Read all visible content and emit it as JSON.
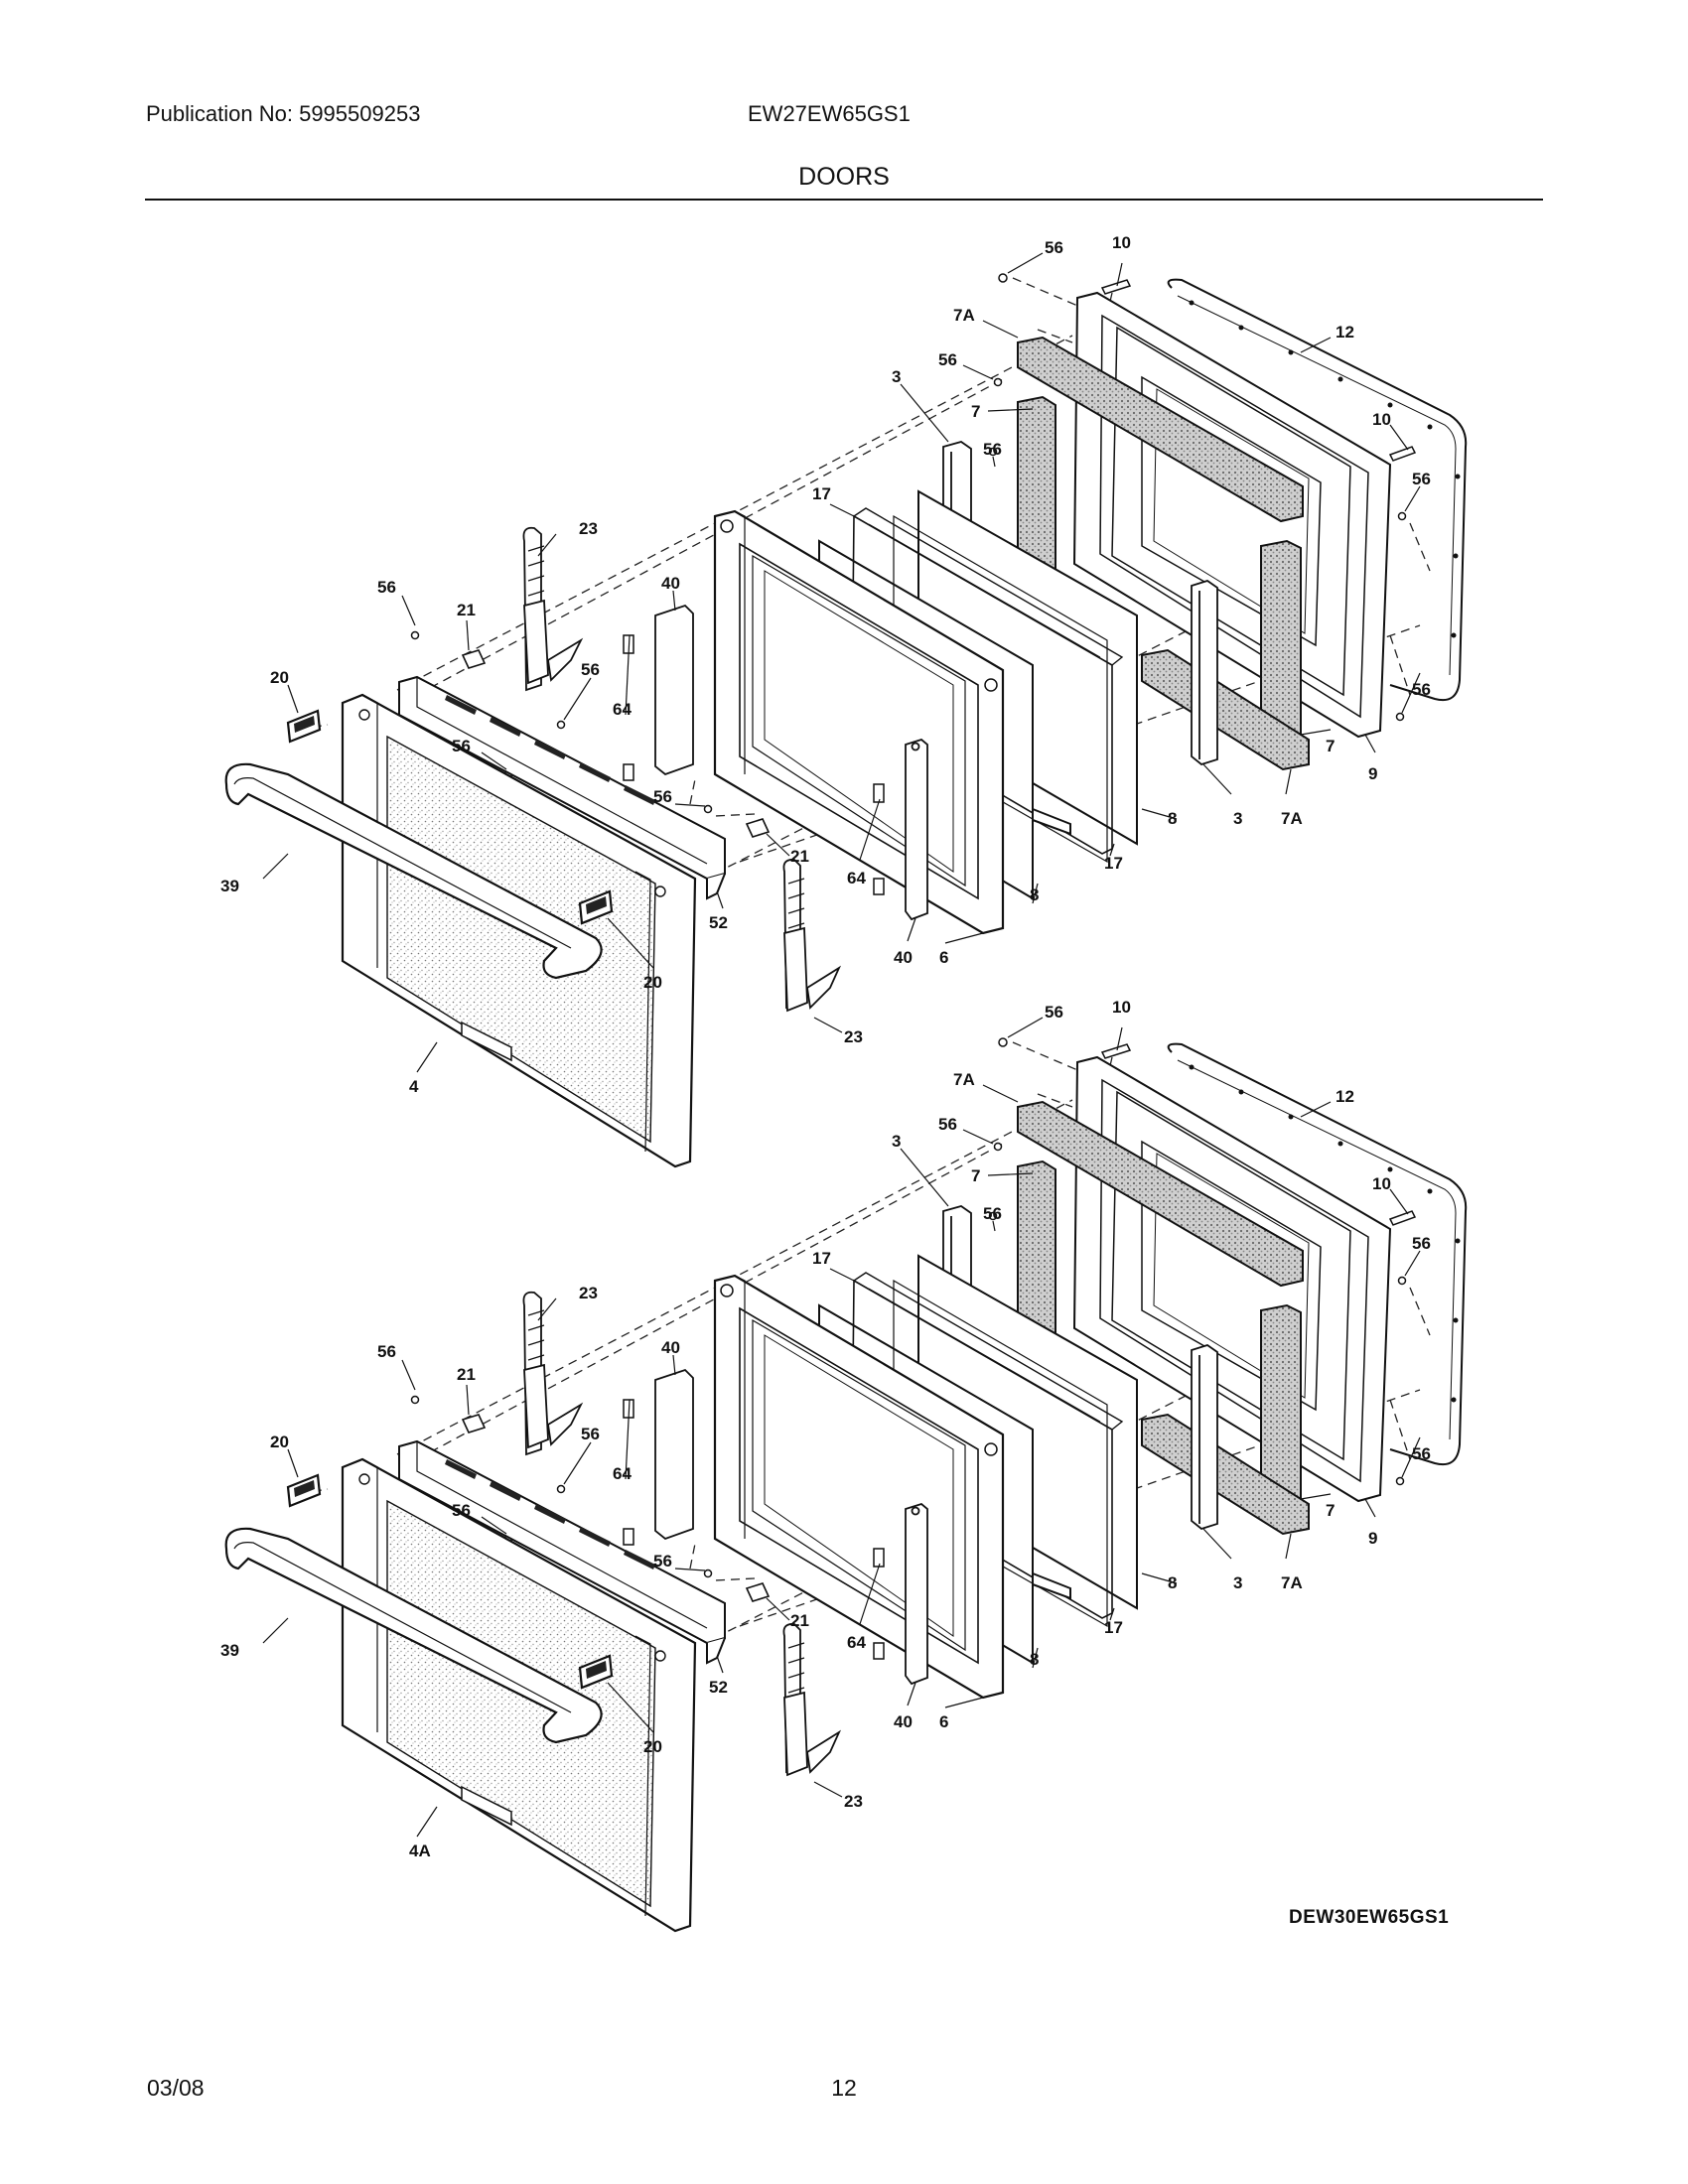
{
  "header": {
    "publication": "Publication No: 5995509253",
    "model": "EW27EW65GS1",
    "title": "DOORS"
  },
  "diagram": {
    "code": "DEW30EW65GS1",
    "upper_door_callouts": [
      "56",
      "10",
      "7A",
      "12",
      "56",
      "3",
      "7",
      "10",
      "56",
      "56",
      "17",
      "23",
      "56",
      "21",
      "40",
      "56",
      "20",
      "64",
      "56",
      "56",
      "21",
      "39",
      "52",
      "64",
      "20",
      "40",
      "6",
      "8",
      "8",
      "3",
      "7A",
      "17",
      "7",
      "9",
      "56",
      "4",
      "23"
    ],
    "lower_door_callouts": [
      "56",
      "10",
      "7A",
      "12",
      "56",
      "3",
      "7",
      "10",
      "56",
      "56",
      "17",
      "23",
      "56",
      "21",
      "40",
      "56",
      "20",
      "64",
      "56",
      "56",
      "21",
      "39",
      "52",
      "64",
      "20",
      "40",
      "6",
      "8",
      "8",
      "3",
      "7A",
      "17",
      "7",
      "9",
      "56",
      "4A",
      "23"
    ]
  },
  "footer": {
    "date": "03/08",
    "page": "12"
  }
}
